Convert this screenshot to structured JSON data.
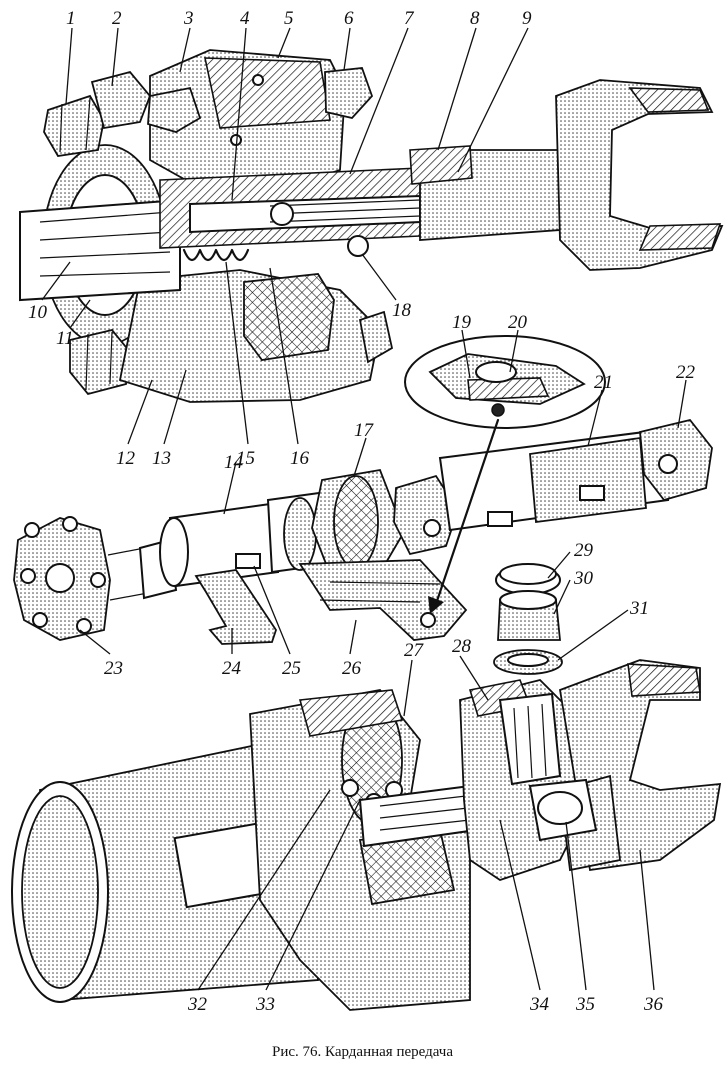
{
  "caption": "Рис. 76. Карданная передача",
  "callouts": [
    "1",
    "2",
    "3",
    "4",
    "5",
    "6",
    "7",
    "8",
    "9",
    "10",
    "11",
    "12",
    "13",
    "14",
    "15",
    "16",
    "17",
    "18",
    "19",
    "20",
    "21",
    "22",
    "23",
    "24",
    "25",
    "26",
    "27",
    "28",
    "29",
    "30",
    "31",
    "32",
    "33",
    "34",
    "35",
    "36"
  ]
}
